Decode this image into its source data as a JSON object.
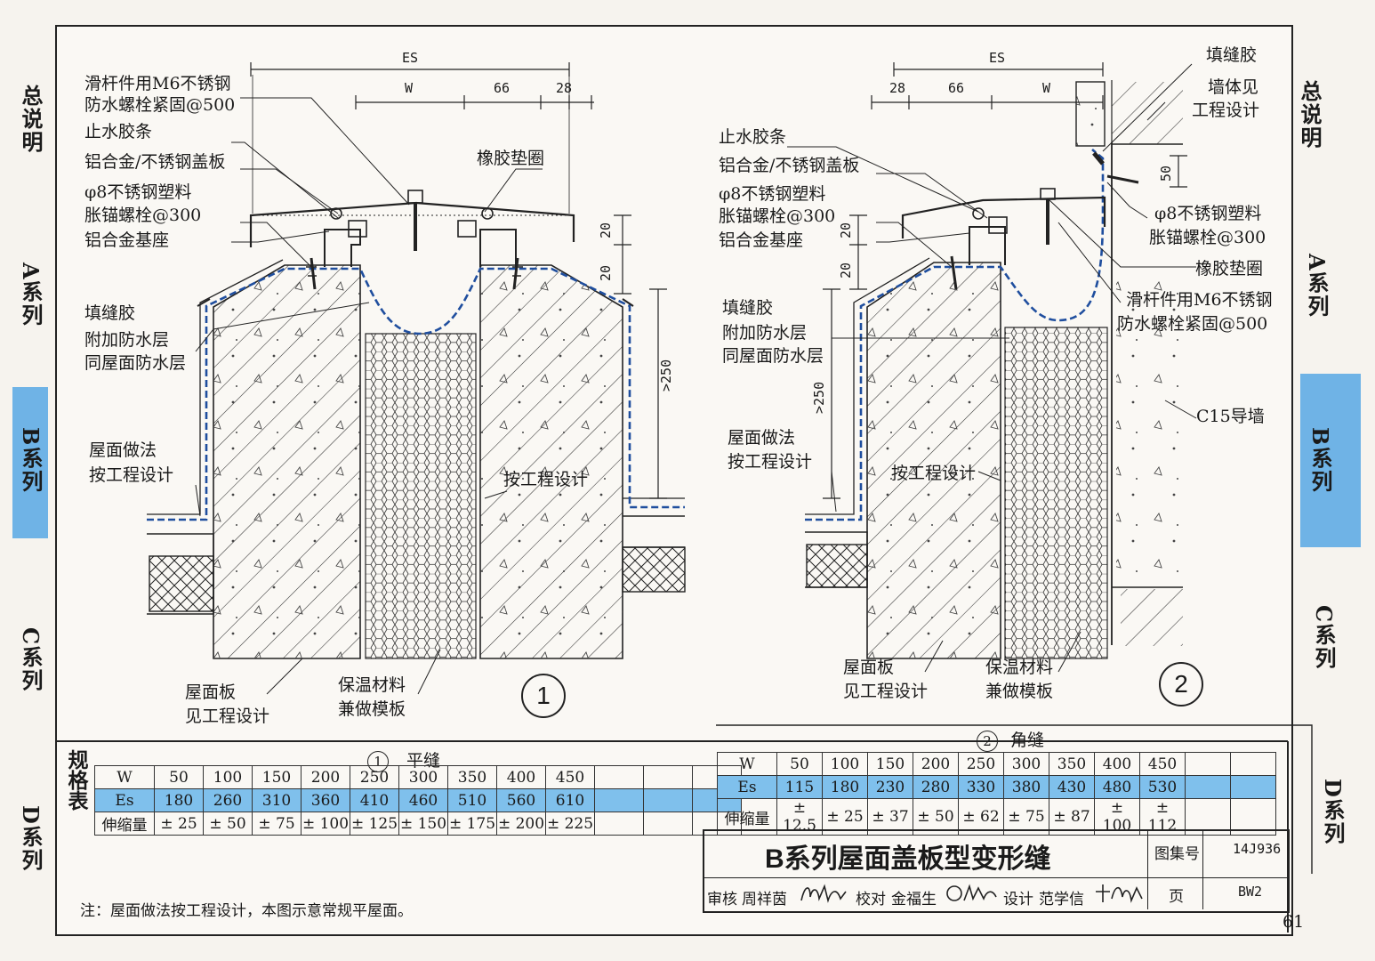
{
  "side_tabs": {
    "general": "总说明",
    "a": "A系列",
    "b": "B系列",
    "c": "C系列",
    "d": "D系列"
  },
  "detail1": {
    "number": "1",
    "dims": {
      "es": "ES",
      "w": "W",
      "d66": "66",
      "d28": "28",
      "h20a": "20",
      "h20b": "20",
      "h250": ">250"
    },
    "labels": {
      "bolt1": "滑杆件用M6不锈钢",
      "bolt2": "防水螺栓紧固@500",
      "strip": "止水胶条",
      "cover": "铝合金/不锈钢盖板",
      "anchor1": "φ8不锈钢塑料",
      "anchor2": "胀锚螺栓@300",
      "base": "铝合金基座",
      "washer": "橡胶垫圈",
      "sealant": "填缝胶",
      "wp1": "附加防水层",
      "wp2": "同屋面防水层",
      "roof1": "屋面做法",
      "roof2": "按工程设计",
      "byproj": "按工程设计",
      "slab1": "屋面板",
      "slab2": "见工程设计",
      "ins1": "保温材料",
      "ins2": "兼做模板"
    }
  },
  "detail2": {
    "number": "2",
    "dims": {
      "es": "ES",
      "w": "W",
      "d66": "66",
      "d28": "28",
      "h20a": "20",
      "h20b": "20",
      "h250": ">250",
      "h50": "50"
    },
    "labels": {
      "sealant_top": "填缝胶",
      "wall1": "墙体见",
      "wall2": "工程设计",
      "strip": "止水胶条",
      "cover": "铝合金/不锈钢盖板",
      "anchorL1": "φ8不锈钢塑料",
      "anchorL2": "胀锚螺栓@300",
      "base": "铝合金基座",
      "anchorR1": "φ8不锈钢塑料",
      "anchorR2": "胀锚螺栓@300",
      "washer": "橡胶垫圈",
      "bolt1": "滑杆件用M6不锈钢",
      "bolt2": "防水螺栓紧固@500",
      "sealant": "填缝胶",
      "wp1": "附加防水层",
      "wp2": "同屋面防水层",
      "c15": "C15导墙",
      "roof1": "屋面做法",
      "roof2": "按工程设计",
      "byproj": "按工程设计",
      "slab1": "屋面板",
      "slab2": "见工程设计",
      "ins1": "保温材料",
      "ins2": "兼做模板"
    }
  },
  "spec_table": {
    "side_label": "规格表",
    "flat": {
      "num": "1",
      "title": "平缝",
      "rows": [
        {
          "label": "W",
          "values": [
            "50",
            "100",
            "150",
            "200",
            "250",
            "300",
            "350",
            "400",
            "450"
          ]
        },
        {
          "label": "Es",
          "values": [
            "180",
            "260",
            "310",
            "360",
            "410",
            "460",
            "510",
            "560",
            "610"
          ]
        },
        {
          "label": "伸缩量",
          "values": [
            "± 25",
            "± 50",
            "± 75",
            "± 100",
            "± 125",
            "± 150",
            "± 175",
            "± 200",
            "± 225"
          ]
        }
      ]
    },
    "corner": {
      "num": "2",
      "title": "角缝",
      "rows": [
        {
          "label": "W",
          "values": [
            "50",
            "100",
            "150",
            "200",
            "250",
            "300",
            "350",
            "400",
            "450"
          ]
        },
        {
          "label": "Es",
          "values": [
            "115",
            "180",
            "230",
            "280",
            "330",
            "380",
            "430",
            "480",
            "530"
          ]
        },
        {
          "label": "伸缩量",
          "values": [
            "± 12.5",
            "± 25",
            "± 37",
            "± 50",
            "± 62",
            "± 75",
            "± 87",
            "± 100",
            "± 112"
          ]
        }
      ]
    }
  },
  "title_block": {
    "title": "B系列屋面盖板型变形缝",
    "atlas_label": "图集号",
    "atlas_no": "14J936",
    "page_label": "页",
    "page_code": "BW2",
    "review": "审核",
    "reviewer": "周祥茵",
    "check": "校对",
    "checker": "金福生",
    "design": "设计",
    "designer": "范学信"
  },
  "note": "注：屋面做法按工程设计，本图示意常规平屋面。",
  "page_number": "61",
  "colors": {
    "accent_blue": "#6fb3e6",
    "membrane_blue": "#1f4e9e",
    "line": "#222222"
  }
}
